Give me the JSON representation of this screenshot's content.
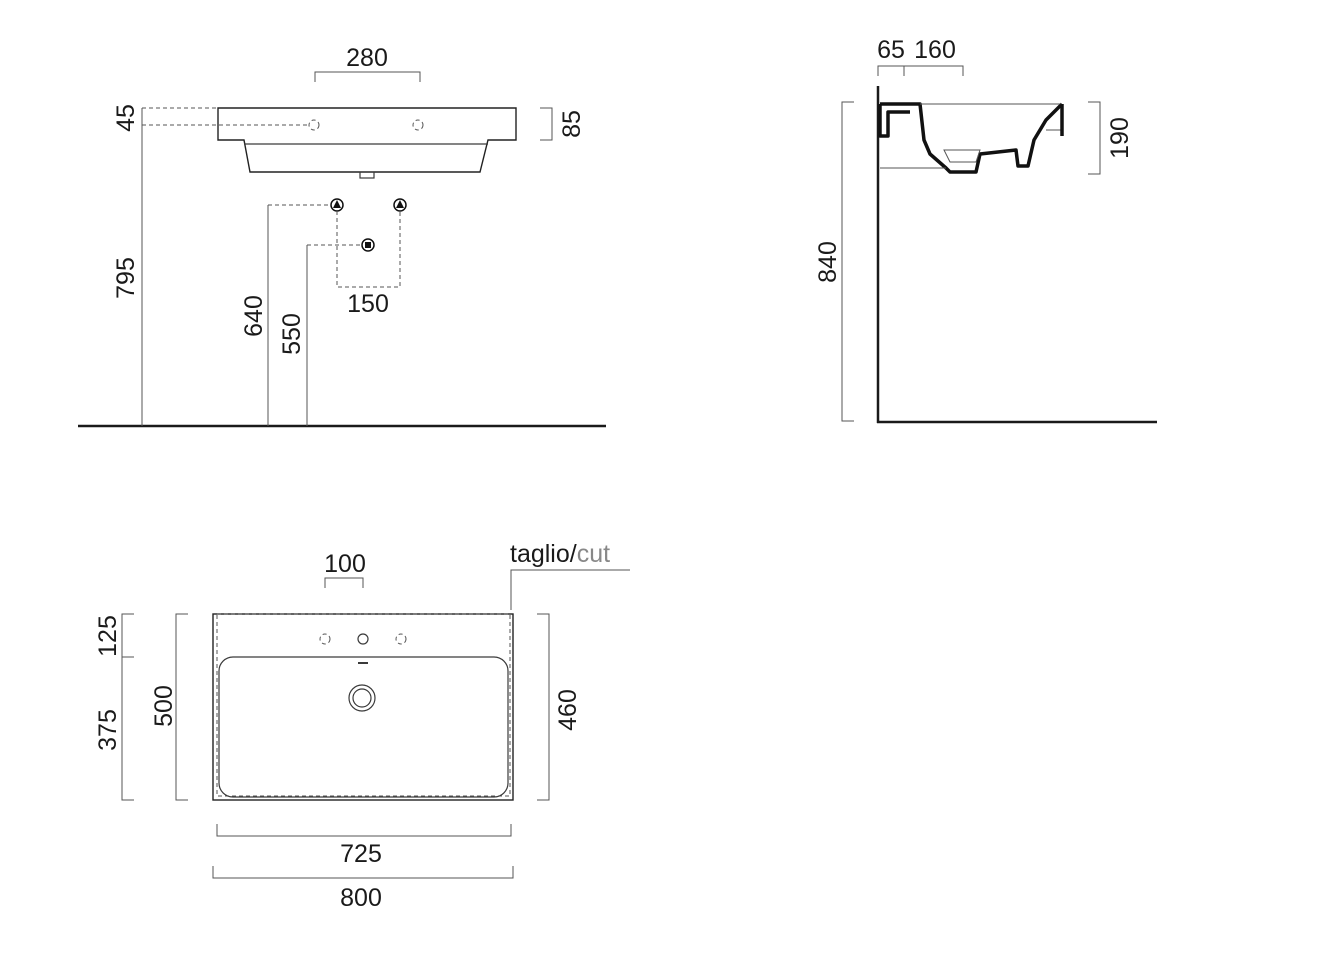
{
  "front_view": {
    "dim_top": "280",
    "dim_overflow_height": "45",
    "dim_basin_thickness": "85",
    "dim_rim_height": "795",
    "dim_water_height": "640",
    "dim_waste_height": "550",
    "dim_taps_spacing": "150"
  },
  "side_view": {
    "dim_wall_offset": "65",
    "dim_basin_depth_offset": "160",
    "dim_basin_height": "190",
    "dim_total_height": "840"
  },
  "plan_view": {
    "dim_tap_spacing": "100",
    "cut_label_it": "taglio/",
    "cut_label_en": "cut",
    "dim_back_depth": "125",
    "dim_bowl_depth": "375",
    "dim_total_depth": "500",
    "dim_cut_depth": "460",
    "dim_cut_width": "725",
    "dim_total_width": "800"
  },
  "colors": {
    "line": "#3a3a3a",
    "text": "#1a1a1a",
    "cut_text": "#888888"
  }
}
